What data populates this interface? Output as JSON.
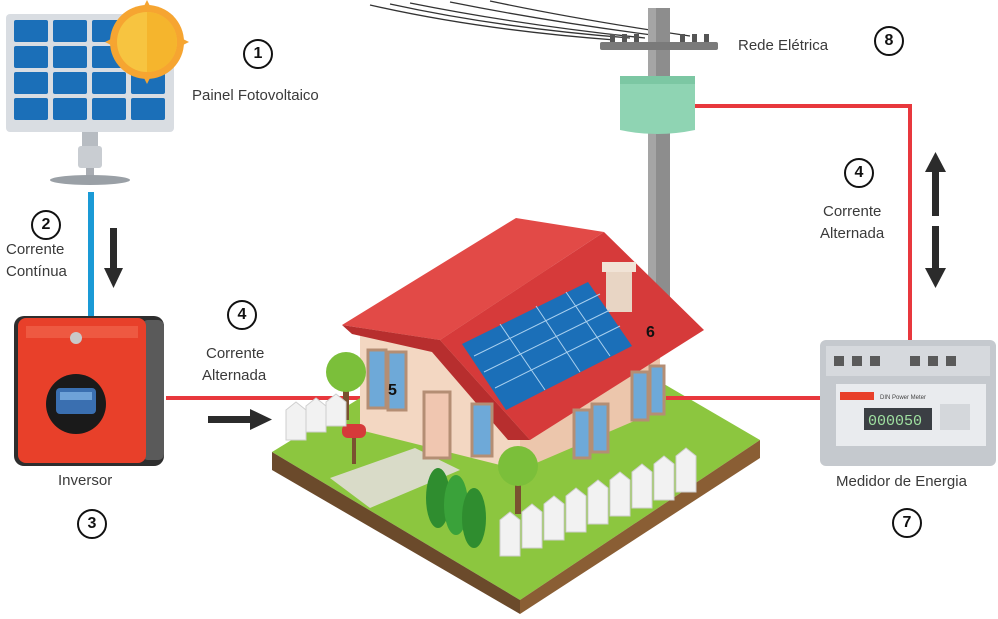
{
  "labels": {
    "painel": "Painel Fotovoltaico",
    "corrente_continua_1": "Corrente",
    "corrente_continua_2": "Contínua",
    "inversor": "Inversor",
    "corrente_alternada_left_1": "Corrente",
    "corrente_alternada_left_2": "Alternada",
    "corrente_alternada_right_1": "Corrente",
    "corrente_alternada_right_2": "Alternada",
    "rede": "Rede Elétrica",
    "medidor": "Medidor de Energia",
    "meter_display": "000050",
    "meter_title": "DIN Power Meter"
  },
  "markers": {
    "n1": "1",
    "n2": "2",
    "n3": "3",
    "n4_left": "4",
    "n4_right": "4",
    "n5": "5",
    "n6": "6",
    "n7": "7",
    "n8": "8"
  },
  "colors": {
    "dc_line": "#1a9ad6",
    "ac_line": "#e8383d",
    "arrow": "#2b2b2b",
    "inverter": "#e8402a",
    "roof": "#d63a3a",
    "grass": "#8cc63f"
  },
  "icons": [
    "solar-panel-icon",
    "sun-icon",
    "inverter-icon",
    "house-icon",
    "utility-pole-icon",
    "energy-meter-icon"
  ]
}
